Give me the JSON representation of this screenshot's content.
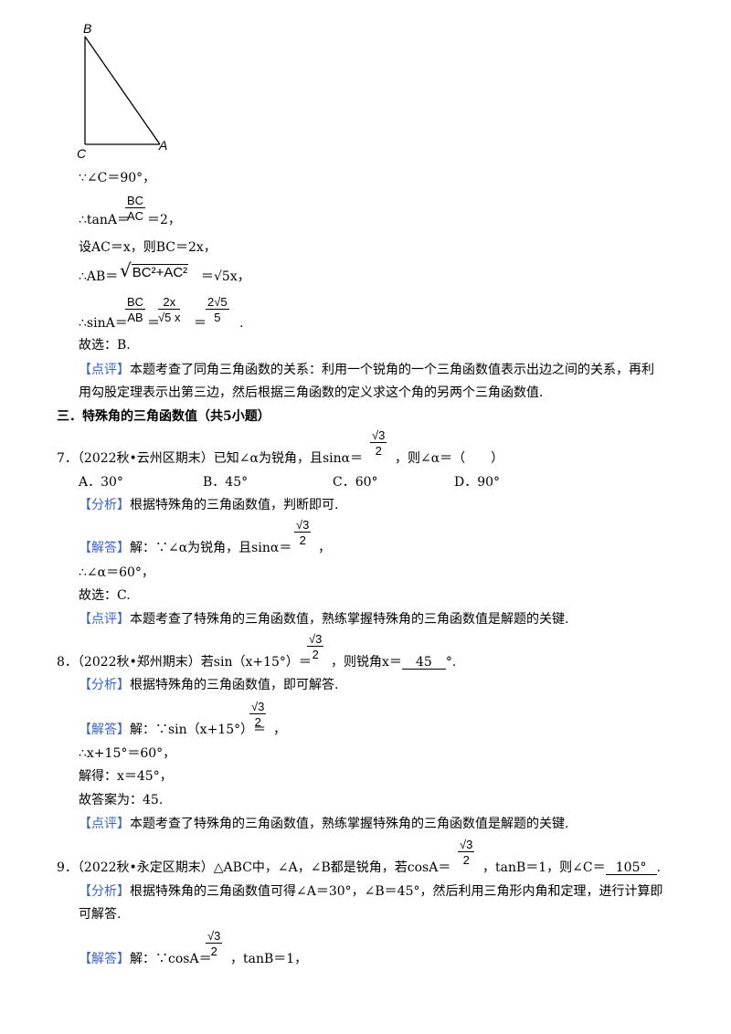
{
  "figure": {
    "label_b": "B",
    "label_c": "C",
    "label_a": "A"
  },
  "solution6": {
    "line1": "∵∠C＝90°，",
    "tan_prefix": "∴tanA＝",
    "tan_num": "BC",
    "tan_den": "AC",
    "tan_suffix": "＝2，",
    "line3": "设AC＝x，则BC＝2x，",
    "ab_prefix": "∴AB＝",
    "ab_radicand": "BC²+AC²",
    "ab_suffix": "＝√5x，",
    "sin_prefix": "∴sinA＝",
    "sin_num1": "BC",
    "sin_den1": "AB",
    "sin_num2": "2x",
    "sin_den2": "√5 x",
    "sin_num3": "2√5",
    "sin_den3": "5",
    "sin_end": ".",
    "choice": "故选：B.",
    "review_tag": "【点评】",
    "review_text_1": "本题考查了同角三角函数的关系：利用一个锐角的一个三角函数值表示出边之间的关系，再利",
    "review_text_2": "用勾股定理表示出第三边，然后根据三角函数的定义求这个角的另两个三角函数值."
  },
  "section3": {
    "heading": "三．特殊角的三角函数值（共5小题）"
  },
  "q7": {
    "stem_before": "7．（2022秋•云州区期末）已知∠α为锐角，且sinα＝",
    "frac_num": "√3",
    "frac_den": "2",
    "stem_after": "，则∠α＝（　　）",
    "opt_a": "A．30°",
    "opt_b": "B．45°",
    "opt_c": "C．60°",
    "opt_d": "D．90°",
    "analysis_tag": "【分析】",
    "analysis_text": "根据特殊角的三角函数值，判断即可.",
    "answer_tag": "【解答】",
    "answer_before": "解：∵∠α为锐角，且sinα＝",
    "answer_num": "√3",
    "answer_den": "2",
    "answer_after": "，",
    "line2": "∴∠α＝60°，",
    "choice": "故选：C.",
    "review_tag": "【点评】",
    "review_text": "本题考查了特殊角的三角函数值，熟练掌握特殊角的三角函数值是解题的关键."
  },
  "q8": {
    "stem_before": "8．（2022秋•郑州期末）若sin（x+15°）＝",
    "frac_num": "√3",
    "frac_den": "2",
    "stem_after": "，则锐角x＝",
    "blank_value": "45",
    "stem_end": "°.",
    "analysis_tag": "【分析】",
    "analysis_text": "根据特殊角的三角函数值，即可解答.",
    "answer_tag": "【解答】",
    "answer_before": "解：∵sin（x+15°）＝",
    "answer_num": "√3",
    "answer_den": "2",
    "answer_after": "，",
    "line2": "∴x+15°＝60°，",
    "line3": "解得：x＝45°，",
    "line4": "故答案为：45.",
    "review_tag": "【点评】",
    "review_text": "本题考查了特殊角的三角函数值，熟练掌握特殊角的三角函数值是解题的关键."
  },
  "q9": {
    "stem_before": "9．（2022秋•永定区期末）△ABC中，∠A，∠B都是锐角，若cosA＝",
    "frac_num": "√3",
    "frac_den": "2",
    "stem_after": "，tanB＝1，则∠C＝",
    "blank_value": "105°",
    "stem_end": ".",
    "analysis_tag": "【分析】",
    "analysis_text_1": "根据特殊角的三角函数值可得∠A＝30°，∠B＝45°，然后利用三角形内角和定理，进行计算即",
    "analysis_text_2": "可解答.",
    "answer_tag": "【解答】",
    "answer_before": "解：∵cosA＝",
    "answer_num": "√3",
    "answer_den": "2",
    "answer_after": "，tanB＝1，"
  }
}
